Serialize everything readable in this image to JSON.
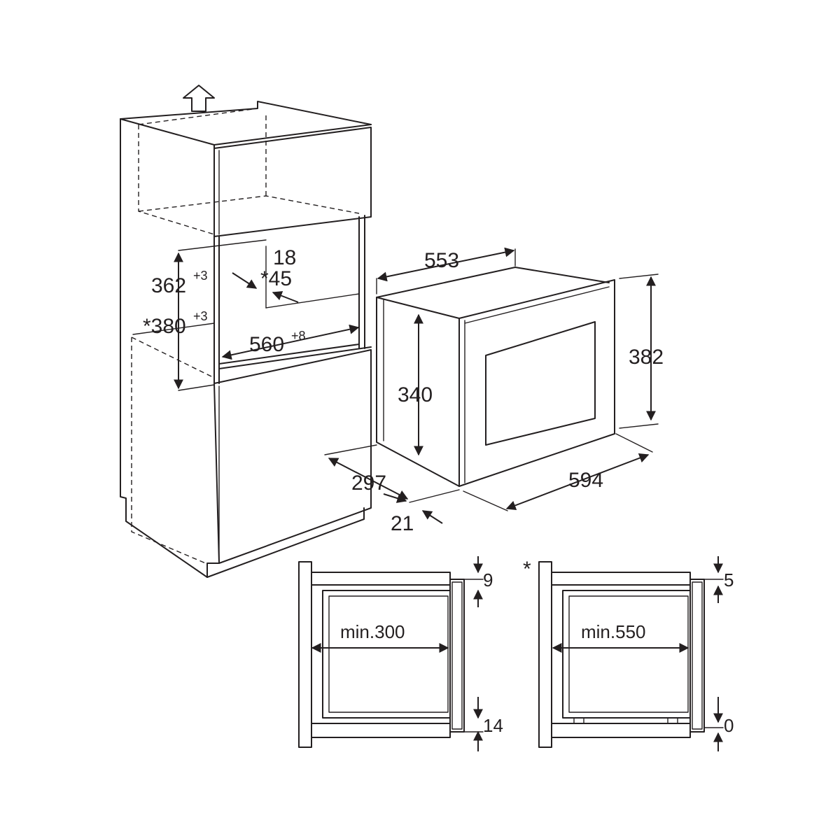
{
  "labels": {
    "d362": "362",
    "d362_tol": "+3",
    "d380": "*380",
    "d380_tol": "+3",
    "d18": "18",
    "d45": "*45",
    "d560": "560",
    "d560_tol": "+8",
    "d553": "553",
    "d382": "382",
    "d340": "340",
    "d297": "297",
    "d594": "594",
    "d21": "21",
    "d9": "9",
    "d14": "14",
    "d5": "5",
    "d0": "0",
    "min300": "min.300",
    "min550": "min.550",
    "star": "*"
  }
}
